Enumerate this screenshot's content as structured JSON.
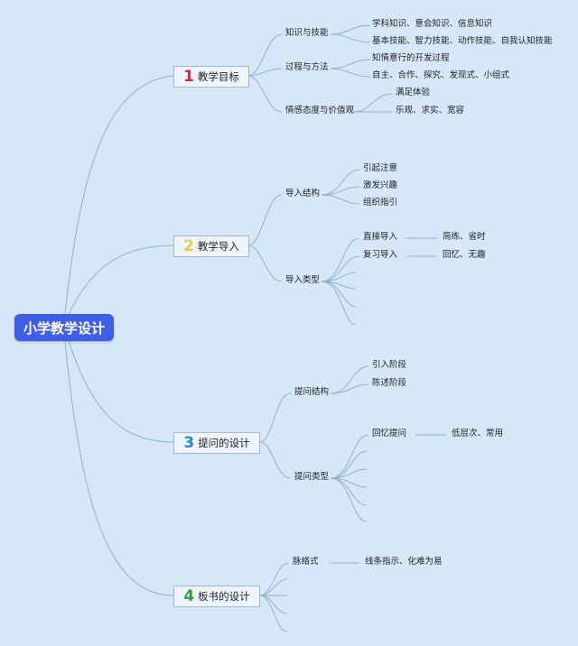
{
  "root": "小学教学设计",
  "branches": [
    {
      "num": "1",
      "num_color": "#d9263c",
      "label": "教学目标"
    },
    {
      "num": "2",
      "num_color": "#f0c93a",
      "label": "教学导入"
    },
    {
      "num": "3",
      "num_color": "#2f86d6",
      "label": "提问的设计"
    },
    {
      "num": "4",
      "num_color": "#2e9e46",
      "label": "板书的设计"
    }
  ],
  "b1": {
    "knowledge": {
      "label": "知识与技能",
      "items": [
        "学科知识、意会知识、信息知识",
        "基本技能、智力技能、动作技能、自我认知技能"
      ]
    },
    "process": {
      "label": "过程与方法",
      "items": [
        "知情意行的开发过程",
        "自主、合作、探究、发现式、小组式"
      ]
    },
    "emotion": {
      "label": "情感态度与价值观",
      "items": [
        "满足体验",
        "乐观、求实、宽容"
      ]
    }
  },
  "b2": {
    "structure": {
      "label": "导入结构",
      "items": [
        "引起注意",
        "激发兴趣",
        "组织指引"
      ]
    },
    "types": {
      "label": "导入类型",
      "items": [
        {
          "label": "直接导入",
          "detail": "简练、省时"
        },
        {
          "label": "复习导入",
          "detail": "回忆、无趣"
        }
      ]
    }
  },
  "b3": {
    "structure": {
      "label": "提问结构",
      "items": [
        "引入阶段",
        "陈述阶段"
      ]
    },
    "types": {
      "label": "提问类型",
      "items": [
        {
          "label": "回忆提问",
          "detail": "低层次、常用"
        }
      ]
    }
  },
  "b4": {
    "items": [
      {
        "label": "脉络式",
        "detail": "线条指示、化难为易"
      }
    ]
  },
  "colors": {
    "line": "#8fb2cc",
    "background": "#d6e8f8",
    "root": "#3f5ee6"
  }
}
